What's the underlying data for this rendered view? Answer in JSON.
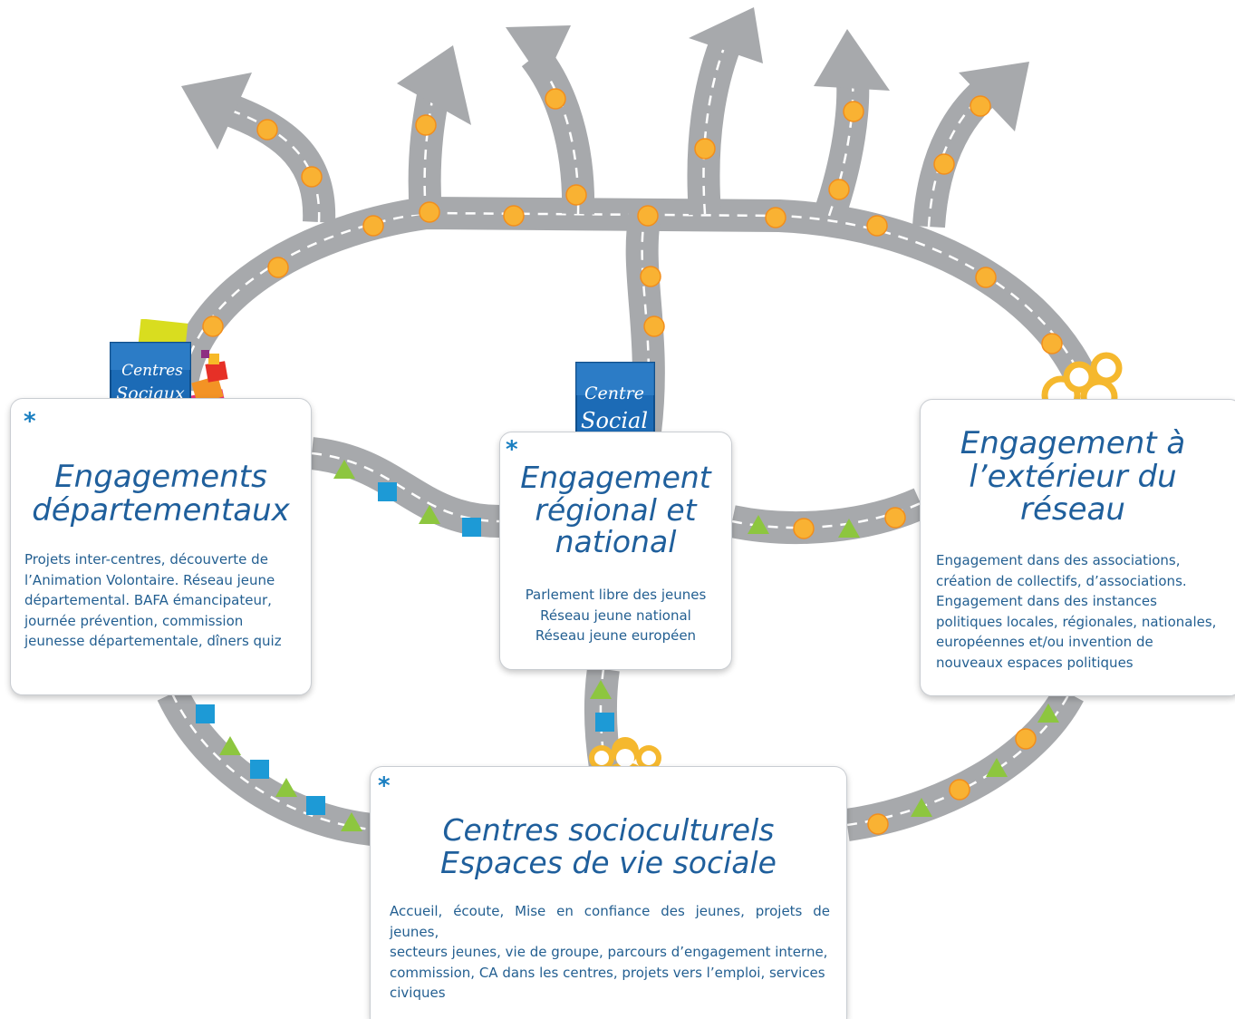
{
  "colors": {
    "road": "#a7a9ac",
    "lane": "#ffffff",
    "dot": "#f9b233",
    "triangle": "#8dc63f",
    "square": "#1d9ad6",
    "title": "#1f5f9c",
    "text": "#235f91",
    "star": "#1a7fc1",
    "icon_orange": "#f5b82e"
  },
  "cards": {
    "departmental": {
      "star": "*",
      "title_lines": [
        "Engagements",
        "départementaux"
      ],
      "text_lines": [
        "Projets inter-centres, découverte de",
        "l’Animation Volontaire. Réseau jeune",
        "départemental. BAFA émancipateur,",
        "journée prévention, commission",
        "jeunesse départementale, dîners quiz"
      ]
    },
    "regional": {
      "star": "*",
      "title_lines": [
        "Engagement",
        "régional et",
        "national"
      ],
      "text_lines": [
        "Parlement libre des jeunes",
        "Réseau jeune national",
        "Réseau jeune européen"
      ]
    },
    "external": {
      "title_lines": [
        "Engagement à",
        "l’extérieur du",
        "réseau"
      ],
      "text_lines": [
        "Engagement dans des associations,",
        "création de collectifs, d’associations.",
        "Engagement dans des instances",
        "politiques locales, régionales, nationales,",
        "européennes et/ou invention de",
        "nouveaux espaces politiques"
      ]
    },
    "local": {
      "star": "*",
      "title_lines": [
        "Centres socioculturels",
        "Espaces de vie sociale"
      ],
      "text_lines": [
        "Accueil, écoute, Mise en confiance des jeunes, projets de jeunes,",
        "secteurs jeunes, vie de groupe, parcours d’engagement interne,",
        "commission, CA dans les centres, projets vers l’emploi, services",
        "civiques"
      ]
    }
  },
  "logos": {
    "centres_sociaux": [
      "Centres",
      "Sociaux"
    ],
    "centre_social": [
      "Centre",
      "Social"
    ]
  },
  "icons": {
    "network": "network-rings-icon",
    "group": "group-people-icon"
  }
}
